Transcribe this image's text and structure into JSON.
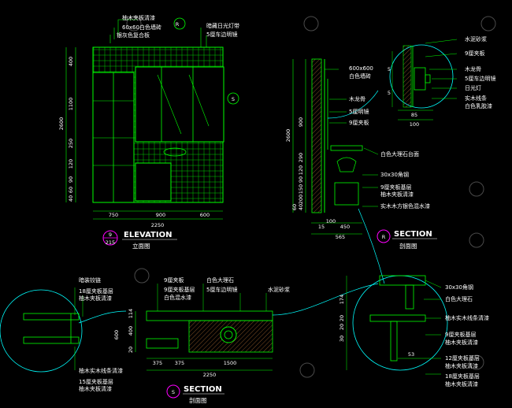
{
  "views": {
    "elevation": {
      "title": "ELEVATION",
      "subtitle": "立面图",
      "marker_top": "9",
      "marker_bottom": "215",
      "section_markers": [
        "R",
        "S"
      ],
      "callouts": [
        "柚木夹板清漆",
        "60x60白色墙砖",
        "银灰色复合板",
        "暗藏日光灯带",
        "5厘车边明镜"
      ],
      "dims_horizontal": [
        "750",
        "900",
        "600",
        "2250"
      ],
      "dims_vertical": [
        "400",
        "1100",
        "250",
        "120",
        "90",
        "2600",
        "60",
        "40"
      ]
    },
    "section_r": {
      "title": "SECTION",
      "subtitle": "剖面图",
      "marker": "R",
      "callouts_left": [
        "600x600",
        "白色墙砖",
        "木龙骨",
        "5厘明镜",
        "9厘夹板"
      ],
      "callouts_right": [
        "白色大理石台面",
        "30x30角钢",
        "9厘夹板基层",
        "柚木夹板清漆",
        "实木木方银色混水漆"
      ],
      "detail_callouts": [
        "水泥砂浆",
        "9厘夹板",
        "木龙骨",
        "5厘车边明镜",
        "日光灯",
        "实木线条",
        "白色乳胶漆"
      ],
      "detail_dims": [
        "85",
        "100",
        "5",
        "5"
      ],
      "dims_vertical": [
        "2600",
        "900",
        "290",
        "120",
        "90",
        "150",
        "200",
        "40",
        "60"
      ],
      "dims_horizontal": [
        "15",
        "450",
        "565",
        "100"
      ]
    },
    "section_s": {
      "title": "SECTION",
      "subtitle": "剖面图",
      "marker": "S",
      "callouts_left": [
        "暗装铰链",
        "18厘夹板基层",
        "柚木夹板清漆",
        "柚木实木线条清漆",
        "15厘夹板基层",
        "柚木夹板清漆"
      ],
      "callouts_top": [
        "9厘夹板",
        "9厘夹板基层",
        "白色混水漆",
        "白色大理石",
        "5厘车边明镜",
        "水泥砂浆"
      ],
      "dims_vertical": [
        "114",
        "400",
        "600",
        "20"
      ],
      "dims_horizontal": [
        "375",
        "375",
        "1500",
        "2250"
      ]
    },
    "detail_right": {
      "callouts": [
        "30x30角钢",
        "白色大理石",
        "柚木实木线条清漆",
        "9厘夹板基层",
        "柚木夹板清漆",
        "12厘夹板基层",
        "柚木夹板清漆",
        "18厘夹板基层",
        "柚木夹板清漆"
      ],
      "dims_vertical": [
        "174",
        "20",
        "20",
        "30"
      ],
      "dims_horizontal": [
        "53"
      ]
    }
  },
  "colors": {
    "background": "#000000",
    "geometry": "#00ff00",
    "text": "#ffffff",
    "accent": "#ff00ff",
    "leader": "#00ffff",
    "hatch": "#8b5a2b"
  }
}
